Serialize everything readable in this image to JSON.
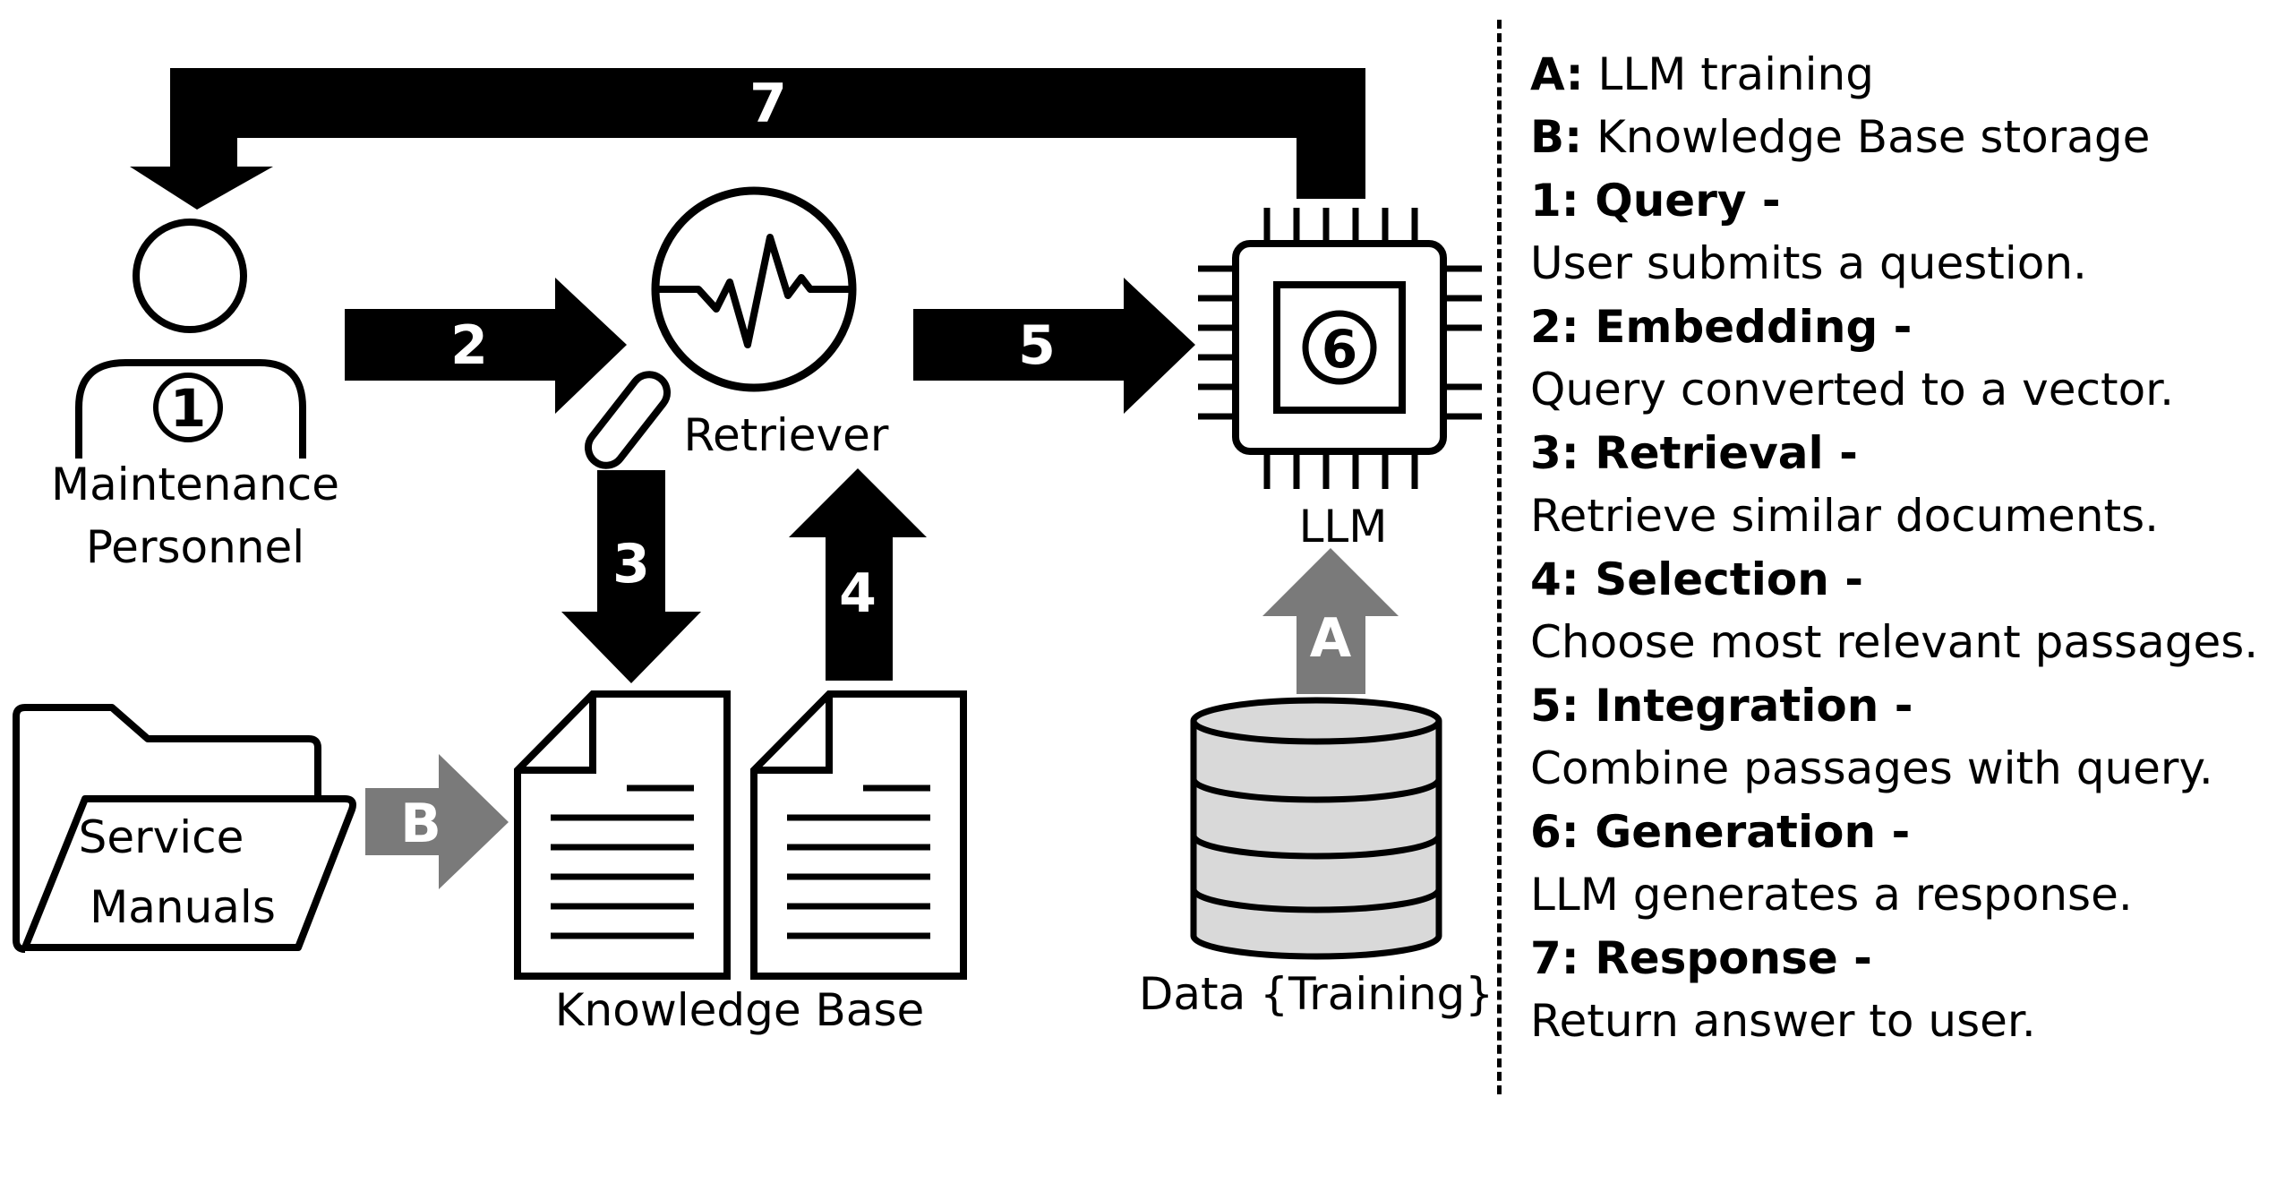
{
  "nodes": {
    "personnel": {
      "step": "1",
      "label_line1": "Maintenance",
      "label_line2": "Personnel"
    },
    "retriever": {
      "label": "Retriever"
    },
    "llm": {
      "step": "6",
      "label": "LLM"
    },
    "service_manuals": {
      "label_line1": "Service",
      "label_line2": "Manuals"
    },
    "knowledge_base": {
      "label": "Knowledge Base"
    },
    "training_data": {
      "label": "Data {Training}"
    }
  },
  "arrows": {
    "a": "A",
    "b": "B",
    "s2": "2",
    "s3": "3",
    "s4": "4",
    "s5": "5",
    "s7": "7"
  },
  "legend": [
    {
      "key": "A:",
      "text": "LLM training"
    },
    {
      "key": "B:",
      "text": "Knowledge Base storage"
    },
    {
      "key": "1: Query -",
      "text": "User submits a question."
    },
    {
      "key": "2: Embedding -",
      "text": "Query converted to a vector."
    },
    {
      "key": "3: Retrieval -",
      "text": "Retrieve similar documents."
    },
    {
      "key": "4: Selection -",
      "text": "Choose most relevant passages."
    },
    {
      "key": "5: Integration -",
      "text": "Combine passages with query."
    },
    {
      "key": "6: Generation -",
      "text": "LLM generates a response."
    },
    {
      "key": "7: Response -",
      "text": "Return answer to user."
    }
  ],
  "colors": {
    "primary_arrow": "#000000",
    "secondary_arrow": "#7a7a7a",
    "database_fill": "#d9d9d9"
  }
}
